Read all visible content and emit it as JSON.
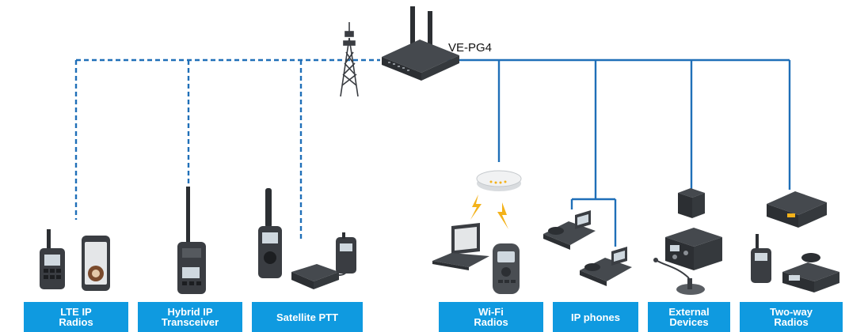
{
  "gateway": {
    "name": "VE-PG4"
  },
  "categories": [
    {
      "id": "lte",
      "label": "LTE IP\nRadios"
    },
    {
      "id": "hybrid",
      "label": "Hybrid IP\nTransceiver"
    },
    {
      "id": "satellite",
      "label": "Satellite PTT"
    },
    {
      "id": "wifi",
      "label": "Wi-Fi\nRadios"
    },
    {
      "id": "ipphones",
      "label": "IP phones"
    },
    {
      "id": "external",
      "label": "External\nDevices"
    },
    {
      "id": "twoway",
      "label": "Two-way\nRadios"
    }
  ],
  "colors": {
    "link": "#1f6fb8",
    "label_bg": "#0f9ae0",
    "device": "#3a3d42",
    "signal": "#f3b21b"
  },
  "icons": [
    "cell-tower-icon",
    "router-icon",
    "handheld-radio-icon",
    "smartphone-icon",
    "satellite-ptt-icon",
    "access-point-icon",
    "laptop-icon",
    "ip-phone-icon",
    "external-device-icon",
    "mobile-radio-icon"
  ]
}
